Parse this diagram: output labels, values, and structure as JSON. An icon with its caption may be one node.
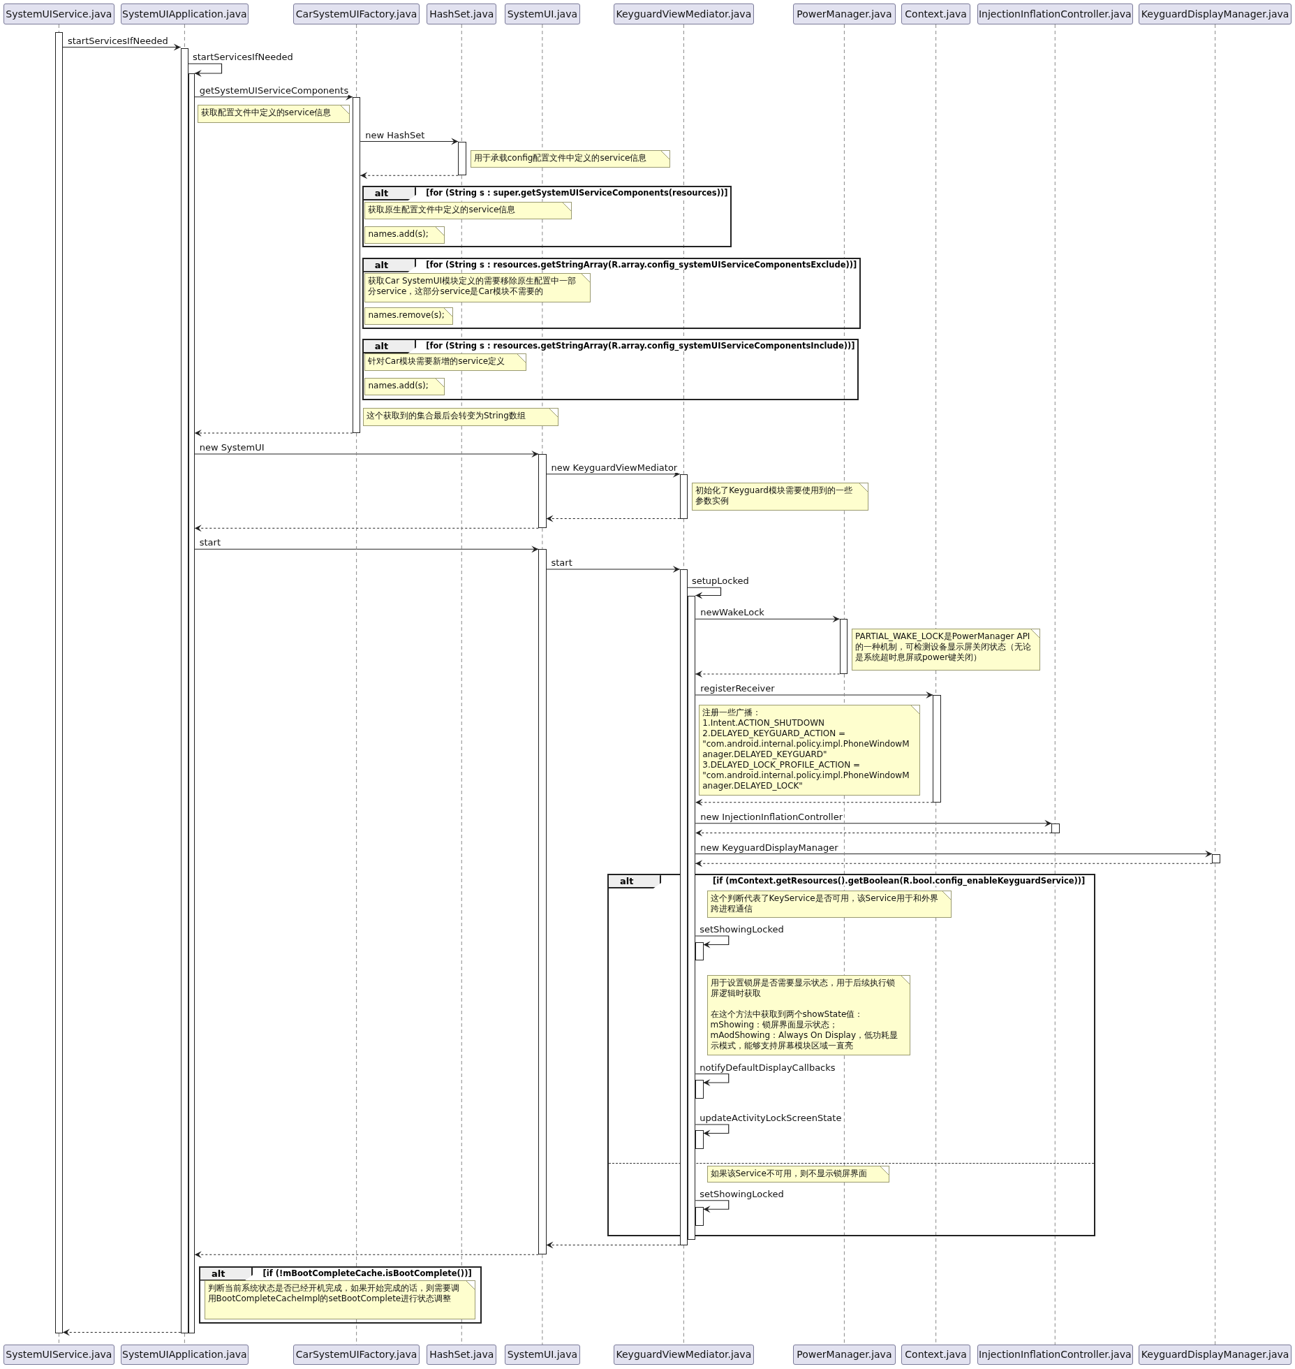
{
  "diagram": {
    "nodes": [
      {
        "text": [
          "SystemUIService.java"
        ]
      },
      {
        "text": [
          "SystemUIApplication.java"
        ]
      },
      {
        "text": [
          "CarSystemUIFactory.java"
        ]
      },
      {
        "text": [
          "HashSet.java"
        ]
      },
      {
        "text": [
          "SystemUI.java"
        ]
      },
      {
        "text": [
          "KeyguardViewMediator.java"
        ]
      },
      {
        "text": [
          "PowerManager.java"
        ]
      },
      {
        "text": [
          "Context.java"
        ]
      },
      {
        "text": [
          "InjectionInflationController.java"
        ]
      },
      {
        "text": [
          "KeyguardDisplayManager.java"
        ]
      },
      {
        "text": [
          "获取配置文件中定义的service信息"
        ]
      },
      {
        "text": [
          "用于承载config配置文件中定义的service信息"
        ]
      },
      {
        "text": [
          "alt",
          "[for (String s : super.getSystemUIServiceComponents(resources))]"
        ]
      },
      {
        "text": [
          "获取原生配置文件中定义的service信息"
        ],
        "in": 12
      },
      {
        "text": [
          "names.add(s);"
        ],
        "in": 12
      },
      {
        "text": [
          "alt",
          "[for (String s : resources.getStringArray(R.array.config_systemUIServiceComponentsExclude))]"
        ]
      },
      {
        "text": [
          "获取Car SystemUI模块定义的需要移除原生配置中一部分service，这部分service是Car模块不需要的"
        ],
        "in": 15
      },
      {
        "text": [
          "names.remove(s);"
        ],
        "in": 15
      },
      {
        "text": [
          "alt",
          "[for (String s : resources.getStringArray(R.array.config_systemUIServiceComponentsInclude))]"
        ]
      },
      {
        "text": [
          "针对Car模块需要新增的service定义"
        ],
        "in": 18
      },
      {
        "text": [
          "names.add(s);"
        ],
        "in": 18
      },
      {
        "text": [
          "这个获取到的集合最后会转变为String数组"
        ]
      },
      {
        "text": [
          "初始化了Keyguard模块需要使用到的一些参数实例"
        ]
      },
      {
        "text": [
          "PARTIAL_WAKE_LOCK是PowerManager API的一种机制，可检测设备显示屏关闭状态（无论是系统超时息屏或power键关闭）"
        ]
      },
      {
        "text": [
          "注册一些广播：",
          "1.Intent.ACTION_SHUTDOWN",
          "2.DELAYED_KEYGUARD_ACTION = \"com.android.internal.policy.impl.PhoneWindowManager.DELAYED_KEYGUARD\"",
          "3.DELAYED_LOCK_PROFILE_ACTION = \"com.android.internal.policy.impl.PhoneWindowManager.DELAYED_LOCK\""
        ]
      },
      {
        "text": [
          "alt",
          "[if (mContext.getResources().getBoolean(R.bool.config_enableKeyguardService))]"
        ]
      },
      {
        "text": [
          "这个判断代表了KeyService是否可用，该Service用于和外界跨进程通信"
        ],
        "in": 25
      },
      {
        "text": [
          "用于设置锁屏是否需要显示状态，用于后续执行锁屏逻辑时获取",
          "在这个方法中获取到两个showState值：",
          "mShowing：锁屏界面显示状态；",
          "mAodShowing：Always On Display，低功耗显示模式，能够支持屏幕模块区域一直亮"
        ],
        "in": 25
      },
      {
        "text": [
          "如果该Service不可用，则不显示锁屏界面"
        ],
        "in": 25
      },
      {
        "text": [
          "alt",
          "[if (!mBootCompleteCache.isBootComplete())]"
        ]
      },
      {
        "text": [
          "判断当前系统状态是否已经开机完成，如果开始完成的话，则需要调用BootCompleteCacheImpl的setBootComplete进行状态调整"
        ],
        "in": 29
      },
      {
        "text": [
          "SystemUIService.java"
        ]
      },
      {
        "text": [
          "SystemUIApplication.java"
        ]
      },
      {
        "text": [
          "CarSystemUIFactory.java"
        ]
      },
      {
        "text": [
          "HashSet.java"
        ]
      },
      {
        "text": [
          "SystemUI.java"
        ]
      },
      {
        "text": [
          "KeyguardViewMediator.java"
        ]
      },
      {
        "text": [
          "PowerManager.java"
        ]
      },
      {
        "text": [
          "Context.java"
        ]
      },
      {
        "text": [
          "InjectionInflationController.java"
        ]
      },
      {
        "text": [
          "KeyguardDisplayManager.java"
        ]
      },
      {
        "text": [],
        "shape": "bar"
      },
      {
        "text": [],
        "shape": "bar"
      },
      {
        "text": [],
        "shape": "bar"
      },
      {
        "text": [],
        "shape": "bar"
      },
      {
        "text": [],
        "shape": "bar"
      },
      {
        "text": [],
        "shape": "bar"
      },
      {
        "text": [],
        "shape": "bar"
      },
      {
        "text": [],
        "shape": "bar"
      },
      {
        "text": [],
        "shape": "bar"
      },
      {
        "text": [],
        "shape": "bar"
      },
      {
        "text": [],
        "shape": "bar",
        "in": 25
      },
      {
        "text": [],
        "shape": "bar",
        "in": 25
      },
      {
        "text": [],
        "shape": "bar",
        "in": 25
      },
      {
        "text": [],
        "shape": "bar",
        "in": 25
      },
      {
        "text": [],
        "shape": "bar"
      },
      {
        "text": [],
        "shape": "bar"
      },
      {
        "text": [],
        "shape": "bar"
      },
      {
        "text": [],
        "shape": "bar"
      }
    ],
    "edges": [
      {
        "from": 41,
        "to": 42,
        "arrow": "to",
        "label": "startServicesIfNeeded",
        "color": "#222222"
      },
      {
        "from": 42,
        "to": 43,
        "arrow": "to",
        "label": "startServicesIfNeeded",
        "color": "#222222"
      },
      {
        "from": 43,
        "to": 44,
        "arrow": "to",
        "label": "getSystemUIServiceComponents",
        "color": "#222222"
      },
      {
        "from": 44,
        "to": 45,
        "arrow": "to",
        "label": "new HashSet",
        "color": "#222222"
      },
      {
        "from": 45,
        "to": 44,
        "arrow": "to",
        "style": "dashed",
        "color": "#222222"
      },
      {
        "from": 44,
        "to": 43,
        "arrow": "to",
        "style": "dashed",
        "color": "#222222"
      },
      {
        "from": 43,
        "to": 46,
        "arrow": "to",
        "label": "new SystemUI",
        "color": "#222222"
      },
      {
        "from": 46,
        "to": 48,
        "arrow": "to",
        "label": "new KeyguardViewMediator",
        "color": "#222222"
      },
      {
        "from": 48,
        "to": 46,
        "arrow": "to",
        "style": "dashed",
        "color": "#222222"
      },
      {
        "from": 46,
        "to": 43,
        "arrow": "to",
        "style": "dashed",
        "color": "#222222"
      },
      {
        "from": 43,
        "to": 47,
        "arrow": "to",
        "label": "start",
        "color": "#222222"
      },
      {
        "from": 47,
        "to": 49,
        "arrow": "to",
        "label": "start",
        "color": "#222222"
      },
      {
        "from": 49,
        "to": 50,
        "arrow": "to",
        "label": "setupLocked",
        "color": "#222222"
      },
      {
        "from": 50,
        "to": 55,
        "arrow": "to",
        "label": "newWakeLock",
        "color": "#222222"
      },
      {
        "from": 55,
        "to": 50,
        "arrow": "to",
        "style": "dashed",
        "color": "#222222"
      },
      {
        "from": 50,
        "to": 56,
        "arrow": "to",
        "label": "registerReceiver",
        "color": "#222222"
      },
      {
        "from": 56,
        "to": 50,
        "arrow": "to",
        "style": "dashed",
        "color": "#222222"
      },
      {
        "from": 50,
        "to": 57,
        "arrow": "to",
        "label": "new InjectionInflationController",
        "color": "#222222"
      },
      {
        "from": 57,
        "to": 50,
        "arrow": "to",
        "style": "dashed",
        "color": "#222222"
      },
      {
        "from": 50,
        "to": 58,
        "arrow": "to",
        "label": "new KeyguardDisplayManager",
        "color": "#222222"
      },
      {
        "from": 58,
        "to": 50,
        "arrow": "to",
        "style": "dashed",
        "color": "#222222"
      },
      {
        "from": 50,
        "to": 51,
        "arrow": "to",
        "label": "setShowingLocked",
        "color": "#222222"
      },
      {
        "from": 50,
        "to": 52,
        "arrow": "to",
        "label": "notifyDefaultDisplayCallbacks",
        "color": "#222222"
      },
      {
        "from": 50,
        "to": 53,
        "arrow": "to",
        "label": "updateActivityLockScreenState",
        "color": "#222222"
      },
      {
        "from": 50,
        "to": 54,
        "arrow": "to",
        "label": "setShowingLocked",
        "color": "#222222"
      },
      {
        "from": 49,
        "to": 47,
        "arrow": "to",
        "style": "dashed",
        "color": "#222222"
      },
      {
        "from": 47,
        "to": 43,
        "arrow": "to",
        "style": "dashed",
        "color": "#222222"
      },
      {
        "from": 42,
        "to": 41,
        "arrow": "to",
        "style": "dashed",
        "color": "#222222"
      },
      {
        "from": 0,
        "to": 41,
        "arrow": "none",
        "style": "dashed"
      },
      {
        "from": 41,
        "to": 31,
        "arrow": "none",
        "style": "dashed"
      },
      {
        "from": 1,
        "to": 42,
        "arrow": "none",
        "style": "dashed"
      },
      {
        "from": 42,
        "to": 32,
        "arrow": "none",
        "style": "dashed"
      },
      {
        "from": 2,
        "to": 44,
        "arrow": "none",
        "style": "dashed"
      },
      {
        "from": 44,
        "to": 30,
        "arrow": "none",
        "style": "dashed"
      },
      {
        "from": 30,
        "to": 33,
        "arrow": "none",
        "style": "dashed"
      },
      {
        "from": 3,
        "to": 45,
        "arrow": "none",
        "style": "dashed"
      },
      {
        "from": 45,
        "to": 13,
        "arrow": "none",
        "style": "dashed"
      },
      {
        "from": 13,
        "to": 16,
        "arrow": "none",
        "style": "dashed"
      },
      {
        "from": 16,
        "to": 19,
        "arrow": "none",
        "style": "dashed"
      },
      {
        "from": 19,
        "to": 21,
        "arrow": "none",
        "style": "dashed"
      },
      {
        "from": 21,
        "to": 30,
        "arrow": "none",
        "style": "dashed"
      },
      {
        "from": 30,
        "to": 34,
        "arrow": "none",
        "style": "dashed"
      },
      {
        "from": 4,
        "to": 11,
        "arrow": "none",
        "style": "dashed"
      },
      {
        "from": 11,
        "to": 13,
        "arrow": "none",
        "style": "dashed"
      },
      {
        "from": 13,
        "to": 16,
        "arrow": "none",
        "style": "dashed"
      },
      {
        "from": 16,
        "to": 21,
        "arrow": "none",
        "style": "dashed"
      },
      {
        "from": 21,
        "to": 46,
        "arrow": "none",
        "style": "dashed"
      },
      {
        "from": 46,
        "to": 47,
        "arrow": "none",
        "style": "dashed"
      },
      {
        "from": 47,
        "to": 35,
        "arrow": "none",
        "style": "dashed"
      },
      {
        "from": 5,
        "to": 48,
        "arrow": "none",
        "style": "dashed"
      },
      {
        "from": 48,
        "to": 49,
        "arrow": "none",
        "style": "dashed"
      },
      {
        "from": 49,
        "to": 36,
        "arrow": "none",
        "style": "dashed"
      },
      {
        "from": 6,
        "to": 22,
        "arrow": "none",
        "style": "dashed"
      },
      {
        "from": 22,
        "to": 55,
        "arrow": "none",
        "style": "dashed"
      },
      {
        "from": 55,
        "to": 24,
        "arrow": "none",
        "style": "dashed"
      },
      {
        "from": 24,
        "to": 26,
        "arrow": "none",
        "style": "dashed"
      },
      {
        "from": 26,
        "to": 27,
        "arrow": "none",
        "style": "dashed"
      },
      {
        "from": 27,
        "to": 28,
        "arrow": "none",
        "style": "dashed"
      },
      {
        "from": 28,
        "to": 37,
        "arrow": "none",
        "style": "dashed"
      },
      {
        "from": 7,
        "to": 23,
        "arrow": "none",
        "style": "dashed"
      },
      {
        "from": 23,
        "to": 56,
        "arrow": "none",
        "style": "dashed"
      },
      {
        "from": 56,
        "to": 26,
        "arrow": "none",
        "style": "dashed"
      },
      {
        "from": 26,
        "to": 38,
        "arrow": "none",
        "style": "dashed"
      },
      {
        "from": 8,
        "to": 57,
        "arrow": "none",
        "style": "dashed"
      },
      {
        "from": 57,
        "to": 39,
        "arrow": "none",
        "style": "dashed"
      },
      {
        "from": 9,
        "to": 58,
        "arrow": "none",
        "style": "dashed"
      },
      {
        "from": 58,
        "to": 40,
        "arrow": "none",
        "style": "dashed"
      }
    ]
  }
}
